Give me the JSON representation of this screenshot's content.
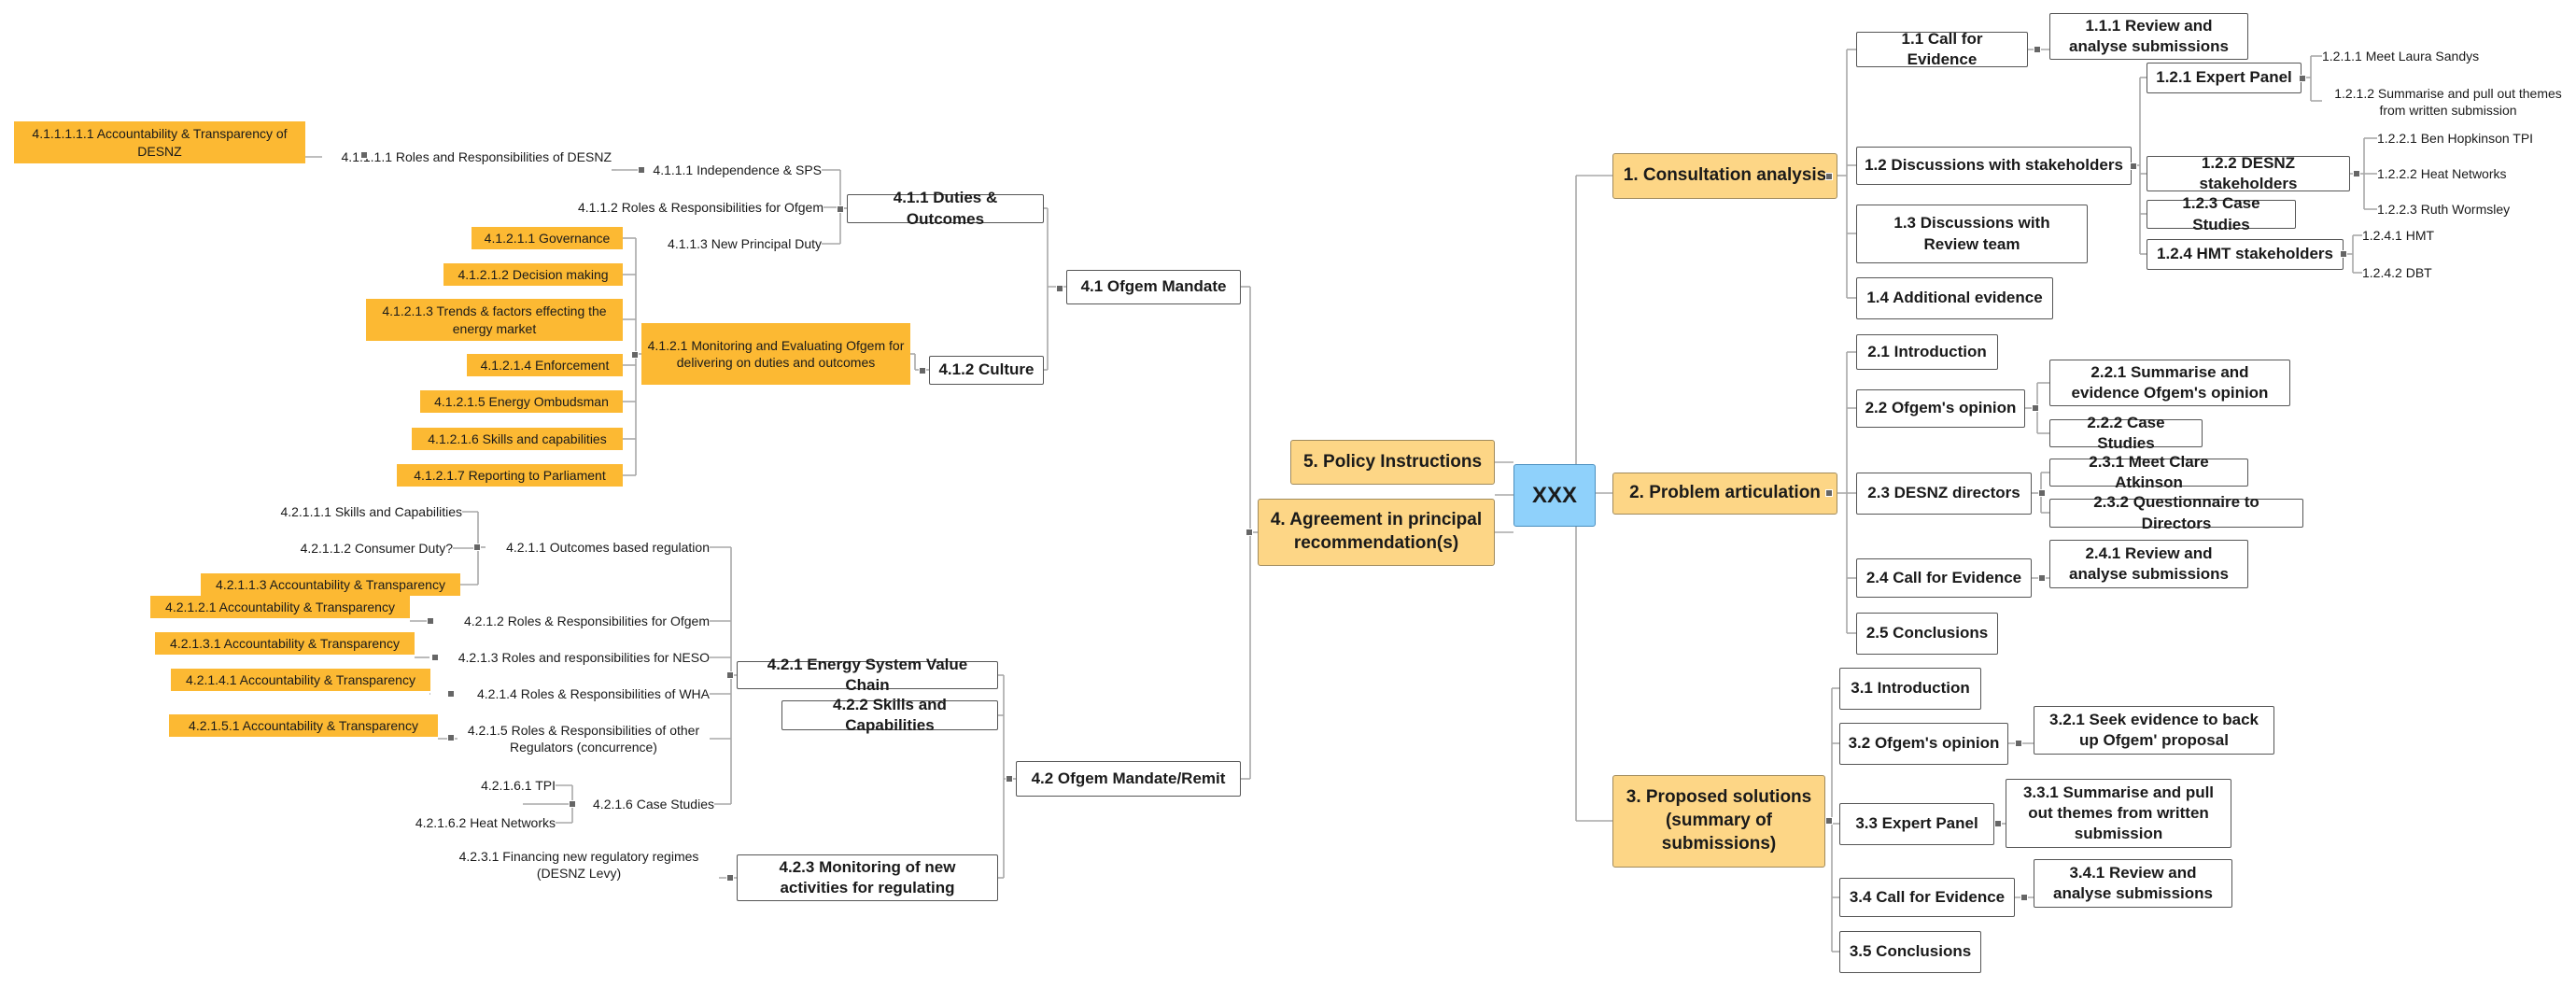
{
  "central": "XXX",
  "b1": {
    "title": "1.  Consultation analysis",
    "n1_1": "1.1  Call for Evidence",
    "n1_1_1": "1.1.1   Review and analyse submissions",
    "n1_2": "1.2  Discussions with stakeholders",
    "n1_2_1": "1.2.1  Expert Panel",
    "n1_2_1_1": "1.2.1.1   Meet Laura Sandys",
    "n1_2_1_2": "1.2.1.2    Summarise and pull out themes from written submission",
    "n1_2_2": "1.2.2  DESNZ stakeholders",
    "n1_2_2_1": "1.2.2.1   Ben Hopkinson TPI",
    "n1_2_2_2": "1.2.2.2    Heat Networks",
    "n1_2_2_3": "1.2.2.3   Ruth Wormsley",
    "n1_2_3": "1.2.3  Case Studies",
    "n1_2_4": "1.2.4  HMT stakeholders",
    "n1_2_4_1": "1.2.4.1   HMT",
    "n1_2_4_2": "1.2.4.2   DBT",
    "n1_3": "1.3  Discussions with Review team",
    "n1_4": "1.4  Additional evidence"
  },
  "b2": {
    "title": "2.  Problem articulation",
    "n2_1": "2.1  Introduction",
    "n2_2": "2.2  Ofgem's opinion",
    "n2_2_1": "2.2.1   Summarise and evidence Ofgem's opinion",
    "n2_2_2": "2.2.2  Case Studies",
    "n2_3": "2.3  DESNZ directors",
    "n2_3_1": "2.3.1  Meet Clare Atkinson",
    "n2_3_2": "2.3.2  Questionnaire to Directors",
    "n2_4": "2.4  Call for Evidence",
    "n2_4_1": "2.4.1   Review and analyse submissions",
    "n2_5": "2.5  Conclusions"
  },
  "b3": {
    "title": "3.    Proposed solutions (summary of submissions)",
    "n3_1": "3.1  Introduction",
    "n3_2": "3.2  Ofgem's opinion",
    "n3_2_1": "3.2.1   Seek evidence to back up Ofgem' proposal",
    "n3_3": "3.3  Expert Panel",
    "n3_3_1": "3.3.1   Summarise and pull out themes from written submission",
    "n3_4": "3.4  Call for Evidence",
    "n3_4_1": "3.4.1   Review and analyse submissions",
    "n3_5": "3.5  Conclusions"
  },
  "b5": {
    "title": "5.  Policy Instructions"
  },
  "b4": {
    "title": "4.    Agreement in principal recommendation(s)",
    "n4_1": "4.1  Ofgem Mandate",
    "n4_1_1": "4.1.1  Duties & Outcomes",
    "n4_1_1_1": "4.1.1.1   Independence & SPS",
    "n4_1_1_1_1": "4.1.1.1.1   Roles and Responsibilities of DESNZ",
    "n4_1_1_1_1_1": "4.1.1.1.1.1     Accountability & Transparency of DESNZ",
    "n4_1_1_2": "4.1.1.2   Roles & Responsibilities for Ofgem",
    "n4_1_1_3": "4.1.1.3   New Principal Duty",
    "n4_1_2": "4.1.2  Culture",
    "n4_1_2_1": "4.1.2.1     Monitoring and Evaluating Ofgem for delivering on duties and outcomes",
    "n4_1_2_1_1": "4.1.2.1.1   Governance",
    "n4_1_2_1_2": "4.1.2.1.2   Decision making",
    "n4_1_2_1_3": "4.1.2.1.3    Trends & factors effecting the energy market",
    "n4_1_2_1_4": "4.1.2.1.4   Enforcement",
    "n4_1_2_1_5": "4.1.2.1.5   Energy Ombudsman",
    "n4_1_2_1_6": "4.1.2.1.6   Skills and capabilities",
    "n4_1_2_1_7": "4.1.2.1.7   Reporting to Parliament",
    "n4_2": "4.2  Ofgem Mandate/Remit",
    "n4_2_1": "4.2.1  Energy System Value Chain",
    "n4_2_1_1": "4.2.1.1    Outcomes based regulation",
    "n4_2_1_1_1": "4.2.1.1.1   Skills and Capabilities",
    "n4_2_1_1_2": "4.2.1.1.2   Consumer Duty?",
    "n4_2_1_1_3": "4.2.1.1.3   Accountability & Transparency",
    "n4_2_1_2": "4.2.1.2    Roles & Responsibilities for Ofgem",
    "n4_2_1_2_1": "4.2.1.2.1   Accountability & Transparency",
    "n4_2_1_3": "4.2.1.3   Roles and responsibilities for NESO",
    "n4_2_1_3_1": "4.2.1.3.1   Accountability & Transparency",
    "n4_2_1_4": "4.2.1.4   Roles & Responsibilities of WHA",
    "n4_2_1_4_1": "4.2.1.4.1   Accountability & Transparency",
    "n4_2_1_5": "4.2.1.5    Roles & Responsibilities of other Regulators (concurrence)",
    "n4_2_1_5_1": "4.2.1.5.1   Accountability & Transparency",
    "n4_2_1_6": "4.2.1.6    Case Studies",
    "n4_2_1_6_1": "4.2.1.6.1   TPI",
    "n4_2_1_6_2": "4.2.1.6.2   Heat Networks",
    "n4_2_2": "4.2.2  Skills and Capabilities",
    "n4_2_3": "4.2.3  Monitoring of new activities for regulating",
    "n4_2_3_1": "4.2.3.1    Financing new regulatory regimes (DESNZ Levy)"
  },
  "colors": {
    "central_fill": "#8fd1fb",
    "main_topic_fill": "#fdd686",
    "highlight_fill": "#fcb933",
    "connector": "#a8a8a8"
  }
}
